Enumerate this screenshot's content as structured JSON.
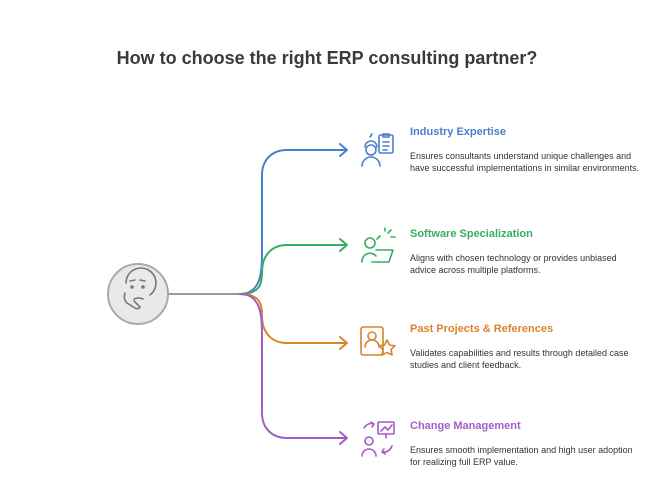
{
  "title": "How to choose the right ERP consulting partner?",
  "center": {
    "icon": "thinking-face-icon"
  },
  "colors": {
    "blue": "#4a7fd0",
    "green": "#36ad62",
    "orange": "#d9842a",
    "purple": "#a45cc7",
    "stem": "#999999"
  },
  "items": [
    {
      "heading": "Industry Expertise",
      "description": "Ensures consultants understand unique challenges and have successful implementations in similar environments.",
      "icon": "engineer-clipboard-icon"
    },
    {
      "heading": "Software Specialization",
      "description": "Aligns with chosen technology or provides unbiased advice across multiple platforms.",
      "icon": "developer-laptop-icon"
    },
    {
      "heading": "Past Projects & References",
      "description": "Validates capabilities and results through detailed case studies and client feedback.",
      "icon": "profile-star-icon"
    },
    {
      "heading": "Change Management",
      "description": "Ensures smooth implementation and high user adoption for realizing full ERP value.",
      "icon": "presentation-arrows-icon"
    }
  ]
}
